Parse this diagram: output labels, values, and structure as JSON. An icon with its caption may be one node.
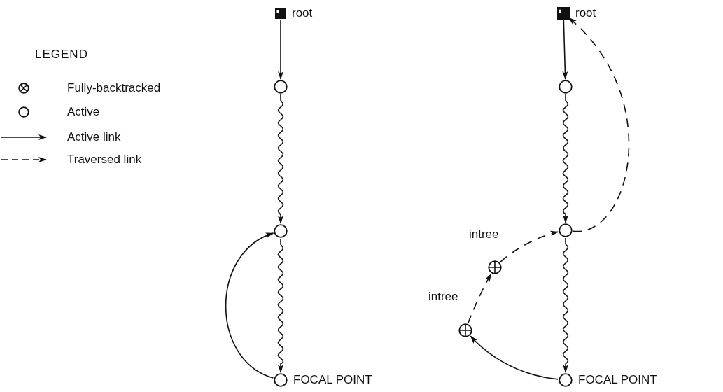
{
  "diagram": {
    "nodes": [
      {
        "text": [],
        "shape": "box",
        "beside": [
          "root"
        ]
      },
      {
        "text": [],
        "shape": "circle"
      },
      {
        "text": [],
        "shape": "circle"
      },
      {
        "text": [],
        "shape": "circle",
        "beside": [
          "FOCAL POINT"
        ]
      },
      {
        "text": [],
        "shape": "box",
        "beside": [
          "root"
        ]
      },
      {
        "text": [],
        "shape": "circle"
      },
      {
        "text": [],
        "shape": "circle"
      },
      {
        "text": [],
        "shape": "circle"
      },
      {
        "text": [],
        "shape": "circle"
      },
      {
        "text": [],
        "shape": "circle",
        "beside": [
          "FOCAL POINT"
        ]
      }
    ],
    "edges": [
      {
        "from": 0,
        "to": 1,
        "arrow": "to"
      },
      {
        "from": 1,
        "to": 2,
        "arrow": "to"
      },
      {
        "from": 2,
        "to": 3,
        "arrow": "to"
      },
      {
        "from": 3,
        "to": 2,
        "arrow": "to"
      },
      {
        "from": 4,
        "to": 5,
        "arrow": "to"
      },
      {
        "from": 5,
        "to": 6,
        "arrow": "to"
      },
      {
        "from": 6,
        "to": 9,
        "arrow": "to"
      },
      {
        "from": 9,
        "to": 8,
        "arrow": "to"
      },
      {
        "from": 8,
        "to": 7,
        "arrow": "to",
        "label": "intree",
        "style": "dashed"
      },
      {
        "from": 7,
        "to": 6,
        "arrow": "to",
        "label": "intree",
        "style": "dashed"
      },
      {
        "from": 6,
        "to": 4,
        "arrow": "to",
        "style": "dashed"
      }
    ],
    "labels": [
      "LEGEND"
    ],
    "legend": [
      {
        "text": "Fully-backtracked"
      },
      {
        "text": "Active"
      },
      {
        "text": "Active link"
      },
      {
        "text": "Traversed link"
      }
    ]
  }
}
